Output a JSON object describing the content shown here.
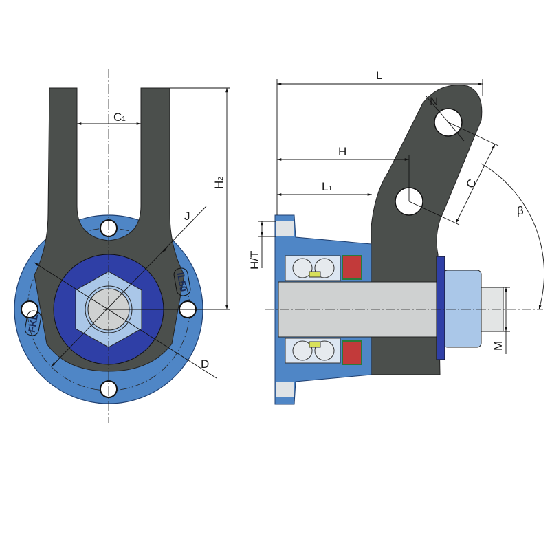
{
  "front_view": {
    "labels": {
      "c1": "C",
      "c1_sub": "1",
      "h2": "H",
      "h2_sub": "2",
      "j": "J",
      "d": "D"
    },
    "flange_marking": "IL50",
    "logo": "FKL"
  },
  "side_view": {
    "labels": {
      "l": "L",
      "h": "H",
      "l1": "L",
      "l1_sub": "1",
      "n": "N",
      "c": "C",
      "beta": "β",
      "ht": "H/T",
      "m": "M"
    }
  },
  "colors": {
    "flange_blue": "#4f86c6",
    "ring_blue": "#2f3fa6",
    "nut_blue": "#aac7e8",
    "arm_grey": "#4b4f4c",
    "shaft_grey": "#cfd1d1"
  }
}
